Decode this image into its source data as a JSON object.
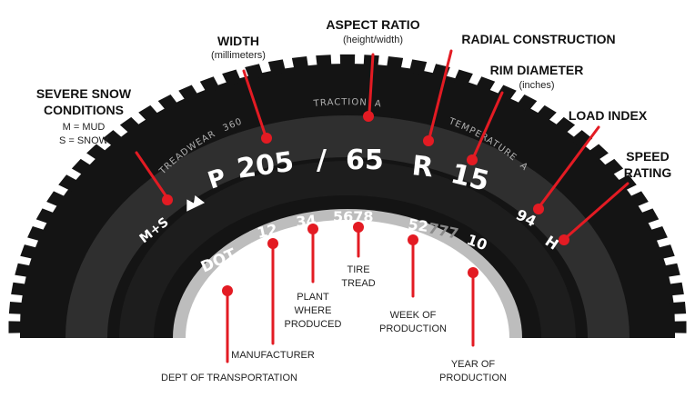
{
  "colors": {
    "accent": "#e31b23",
    "tire": "#151515",
    "sidewall_band": "#3a3a3a"
  },
  "tire_text": {
    "treadwear": "TREADWEAR",
    "treadwear_value": "360",
    "traction": "TRACTION",
    "traction_value": "A",
    "temperature": "TEMPERATURE",
    "temperature_value": "A",
    "ms": "M+S",
    "p": "P",
    "width": "205",
    "slash": "/",
    "ratio": "65",
    "r": "R",
    "rim": "15",
    "load": "94",
    "speed": "H",
    "dot": "DOT",
    "dot_12": "12",
    "dot_34": "34",
    "dot_5678": "5678",
    "dot_52": "52",
    "dot_777": "777",
    "dot_10": "10"
  },
  "labels": {
    "snow_title_1": "SEVERE SNOW",
    "snow_title_2": "CONDITIONS",
    "snow_m": "M = MUD",
    "snow_s": "S = SNOW",
    "width_title": "WIDTH",
    "width_sub": "(millimeters)",
    "aspect_title": "ASPECT RATIO",
    "aspect_sub": "(height/width)",
    "radial_title": "RADIAL CONSTRUCTION",
    "rim_title": "RIM DIAMETER",
    "rim_sub": "(inches)",
    "load_title": "LOAD INDEX",
    "speed_title_1": "SPEED",
    "speed_title_2": "RATING",
    "plant_1": "PLANT",
    "plant_2": "WHERE",
    "plant_3": "PRODUCED",
    "tread_1": "TIRE",
    "tread_2": "TREAD",
    "manufacturer": "MANUFACTURER",
    "dept": "DEPT OF TRANSPORTATION",
    "week_1": "WEEK OF",
    "week_2": "PRODUCTION",
    "year_1": "YEAR OF",
    "year_2": "PRODUCTION"
  }
}
